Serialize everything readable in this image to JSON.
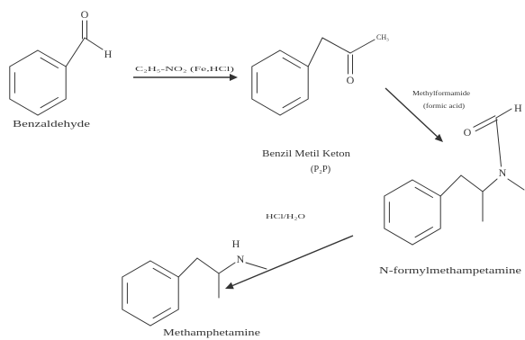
{
  "colors": {
    "ink": "#333333",
    "background": "#ffffff"
  },
  "compounds": {
    "benzaldehyde": {
      "name": "Benzaldehyde",
      "oxygen": "O",
      "hydrogen": "H"
    },
    "p2p": {
      "name": "Benzil Metil Keton",
      "abbreviation": "(P₂P)",
      "oxygen": "O",
      "methyl": "CH₃"
    },
    "n_formyl": {
      "name": "N-formylmethampetamine",
      "oxygen": "O",
      "nitrogen": "N",
      "hydrogen": "H"
    },
    "methamphetamine": {
      "name": "Methamphetamine",
      "nitrogen": "N",
      "hydrogen": "H"
    }
  },
  "steps": [
    {
      "reagent": "C₂H₅-NO₂ (Fe,HCl)"
    },
    {
      "reagent": "Methylformamide",
      "condition": "(formic acid)"
    },
    {
      "reagent": "HCl/H₂O"
    }
  ]
}
